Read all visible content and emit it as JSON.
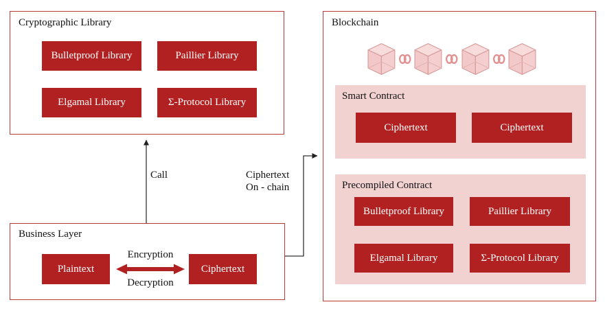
{
  "colors": {
    "accent_red": "#b22121",
    "box_border_red": "#bf3838",
    "panel_pink": "#f2d1d1",
    "cube_fill": "#f5caca",
    "cube_edge": "#d89e9e",
    "chain_link": "#e29090",
    "text_black": "#111111",
    "button_text": "#ffffff"
  },
  "crypto_library": {
    "title": "Cryptographic Library",
    "buttons": [
      "Bulletproof Library",
      "Paillier Library",
      "Elgamal Library",
      "Σ-Protocol Library"
    ]
  },
  "business_layer": {
    "title": "Business Layer",
    "plaintext_label": "Plaintext",
    "ciphertext_label": "Ciphertext",
    "encryption_label": "Encryption",
    "decryption_label": "Decryption"
  },
  "blockchain": {
    "title": "Blockchain",
    "chain": {
      "cube_count": 4,
      "link_count": 3
    },
    "smart_contract": {
      "title": "Smart Contract",
      "buttons": [
        "Ciphertext",
        "Ciphertext"
      ]
    },
    "precompiled_contract": {
      "title": "Precompiled Contract",
      "buttons": [
        "Bulletproof Library",
        "Paillier Library",
        "Elgamal Library",
        "Σ-Protocol Library"
      ]
    }
  },
  "connectors": {
    "call_label": "Call",
    "onchain_label": [
      "Ciphertext",
      "On - chain"
    ]
  }
}
